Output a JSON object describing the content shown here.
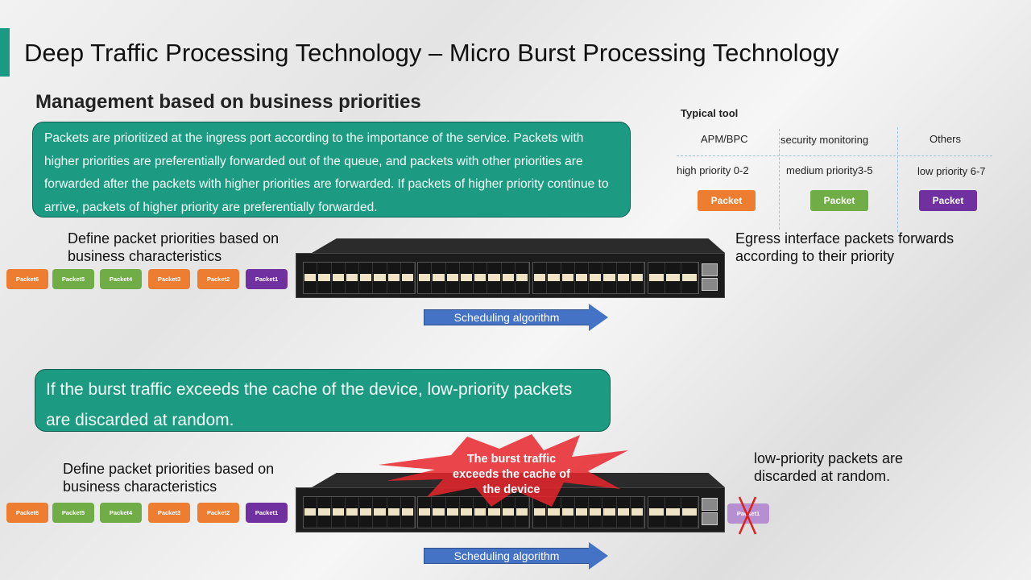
{
  "title": "Deep Traffic  Processing Technology – Micro Burst Processing Technology",
  "heading": "Management based on business priorities",
  "intro": "Packets are prioritized at the ingress port according to the importance of the service. Packets with higher priorities are preferentially forwarded out of the queue, and packets with other priorities are forwarded after the packets with higher priorities are forwarded. If packets of higher priority continue to arrive, packets of higher priority are preferentially forwarded.",
  "tool_table": {
    "label": "Typical tool",
    "columns": [
      {
        "tool": "APM/BPC",
        "priority": "high priority 0-2",
        "packet": "Packet",
        "color": "#ed7d31"
      },
      {
        "tool": "security monitoring",
        "priority": "medium priority3-5",
        "packet": "Packet",
        "color": "#70ad47"
      },
      {
        "tool": "Others",
        "priority": "low priority 6-7",
        "packet": "Packet",
        "color": "#7030a0"
      }
    ]
  },
  "section1": {
    "left_label": "Define packet priorities based on business characteristics",
    "right_label": "Egress interface packets forwards according to their priority",
    "arrow": "Scheduling algorithm"
  },
  "packets": [
    {
      "label": "Packet6",
      "color": "#ed7d31"
    },
    {
      "label": "Packet5",
      "color": "#70ad47"
    },
    {
      "label": "Packet4",
      "color": "#70ad47"
    },
    {
      "label": "Packet3",
      "color": "#ed7d31"
    },
    {
      "label": "Packet2",
      "color": "#ed7d31"
    },
    {
      "label": "Packet1",
      "color": "#7030a0"
    }
  ],
  "burst_note": "If the burst traffic exceeds the cache of the device, low-priority packets are discarded at random.",
  "section2": {
    "left_label": "Define packet priorities based on business characteristics",
    "burst": "The burst traffic exceeds the cache of the device",
    "discard_label": "low-priority packets are discarded at random.",
    "dropped_packet": "Packet1",
    "arrow": "Scheduling algorithm"
  }
}
